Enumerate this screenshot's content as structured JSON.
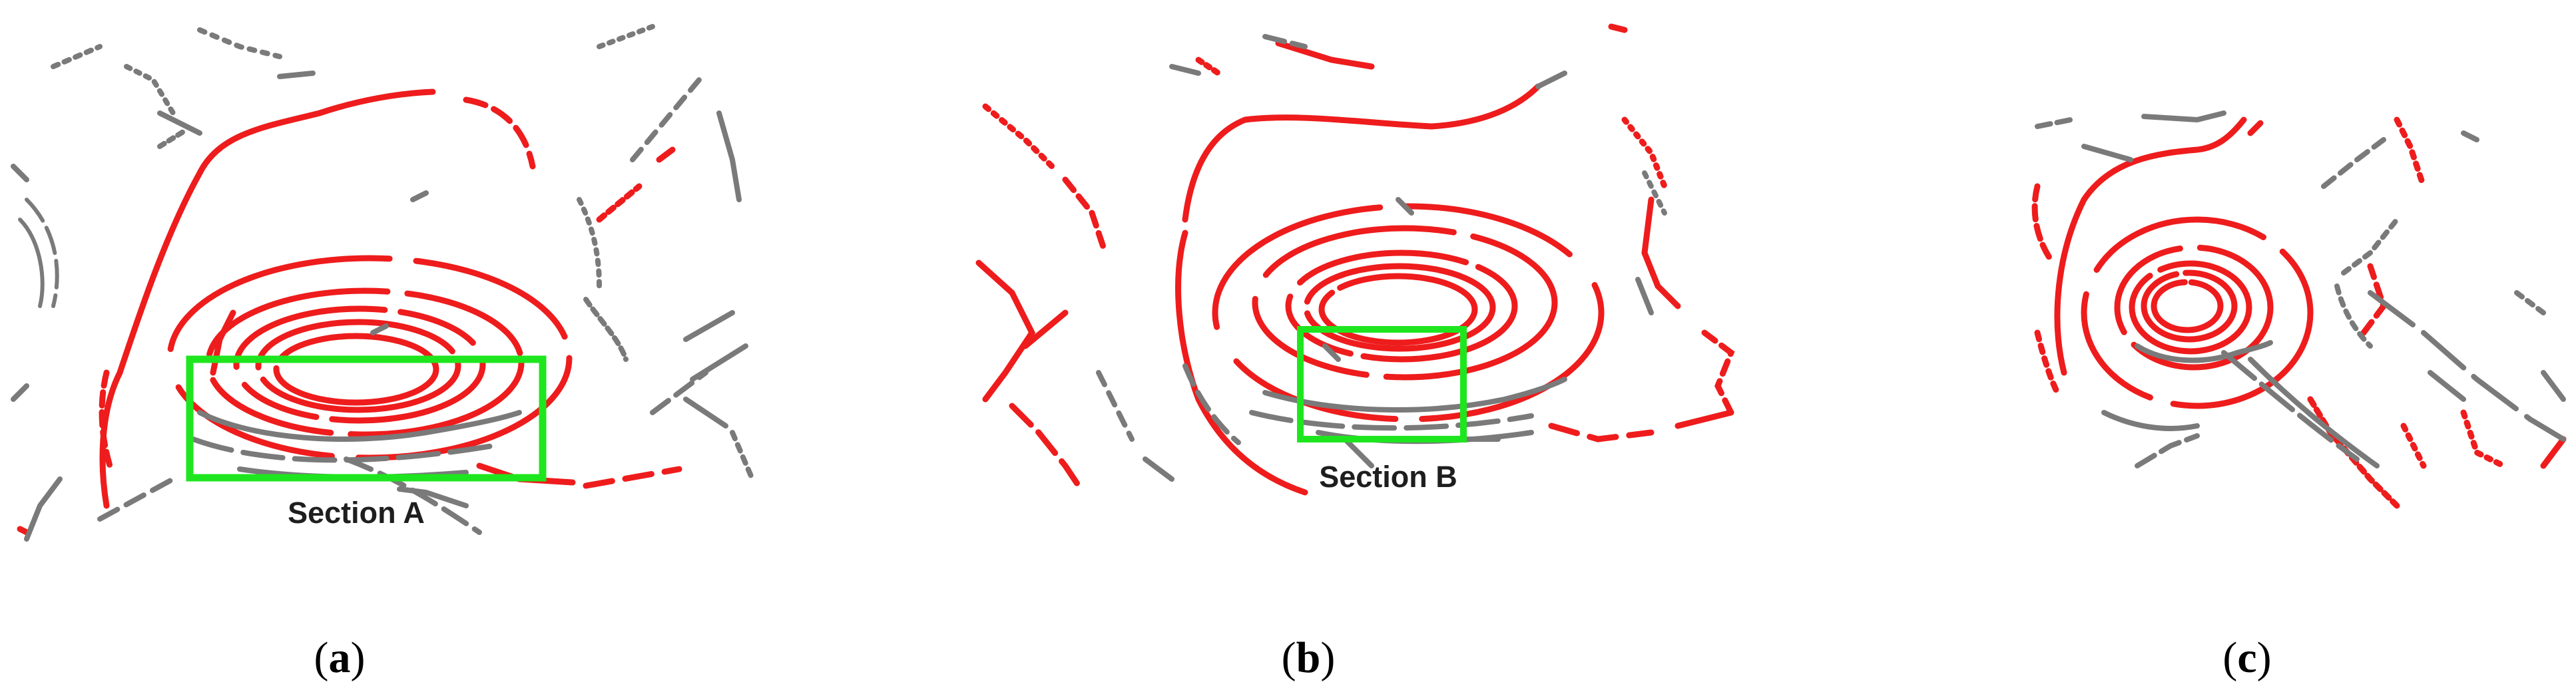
{
  "colors": {
    "ground_ring": "#ee1c1c",
    "non_ground": "#7a7a7a",
    "highlight_box": "#1ee61e",
    "background": "#ffffff"
  },
  "panels": [
    {
      "id": "a",
      "section_label": "Section A",
      "caption": {
        "open": "(",
        "letter": "a",
        "close": ")"
      }
    },
    {
      "id": "b",
      "section_label": "Section B",
      "caption": {
        "open": "(",
        "letter": "b",
        "close": ")"
      }
    },
    {
      "id": "c",
      "section_label": "",
      "caption": {
        "open": "(",
        "letter": "c",
        "close": ")"
      }
    }
  ]
}
